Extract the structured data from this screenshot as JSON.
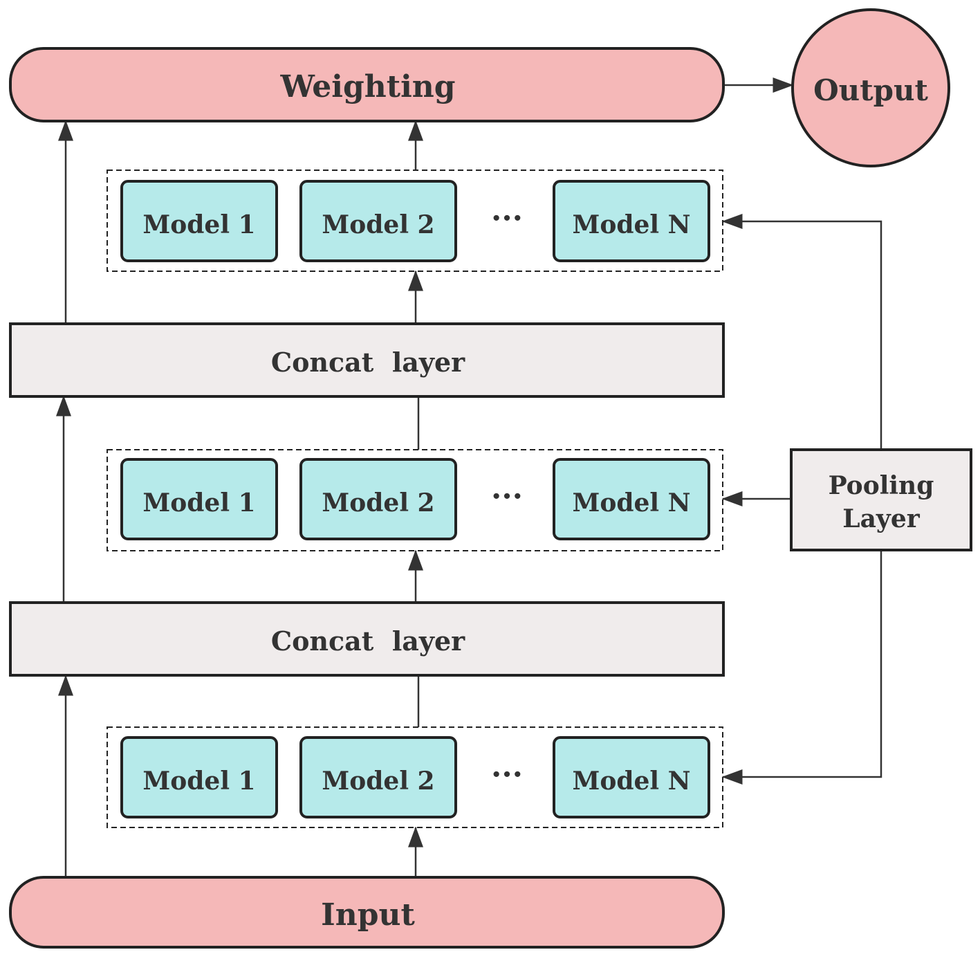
{
  "nodes": {
    "weighting": "Weighting",
    "output": "Output",
    "concat_top": "Concat  layer",
    "concat_bottom": "Concat  layer",
    "input": "Input",
    "pooling_line1": "Pooling",
    "pooling_line2": "Layer"
  },
  "groups": [
    {
      "models": [
        "Model 1",
        "Model 2",
        "Model N"
      ],
      "ellipsis": "···"
    },
    {
      "models": [
        "Model 1",
        "Model 2",
        "Model N"
      ],
      "ellipsis": "···"
    },
    {
      "models": [
        "Model 1",
        "Model 2",
        "Model N"
      ],
      "ellipsis": "···"
    }
  ],
  "colors": {
    "terminal_fill": "#f5b8b8",
    "model_fill": "#b6eaea",
    "layer_fill": "#f0ecec",
    "stroke": "#222222"
  }
}
